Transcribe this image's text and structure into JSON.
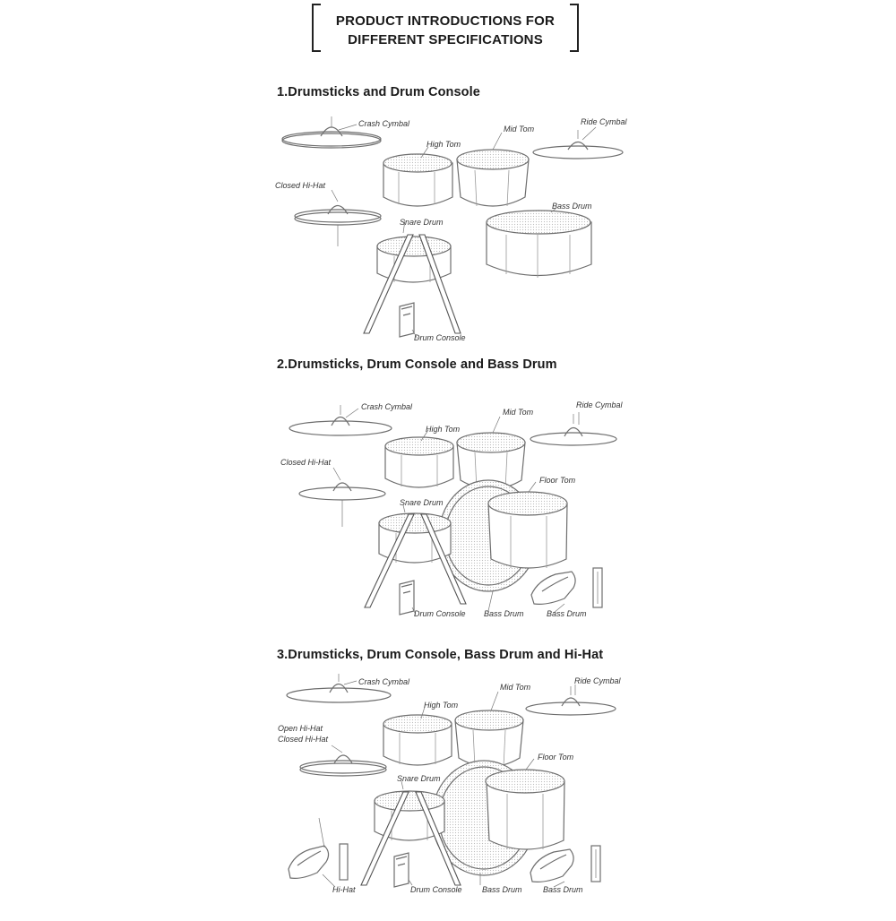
{
  "header": {
    "title_line1": "PRODUCT INTRODUCTIONS FOR",
    "title_line2": "DIFFERENT SPECIFICATIONS"
  },
  "sections": [
    {
      "heading": "1.Drumsticks and Drum Console",
      "labels": {
        "crash_cymbal": "Crash Cymbal",
        "high_tom": "High Tom",
        "mid_tom": "Mid Tom",
        "ride_cymbal": "Ride Cymbal",
        "closed_hihat": "Closed Hi-Hat",
        "snare_drum": "Snare Drum",
        "bass_drum": "Bass Drum",
        "drum_console": "Drum Console"
      }
    },
    {
      "heading": "2.Drumsticks, Drum Console and Bass Drum",
      "labels": {
        "crash_cymbal": "Crash Cymbal",
        "high_tom": "High Tom",
        "mid_tom": "Mid Tom",
        "ride_cymbal": "Ride Cymbal",
        "closed_hihat": "Closed Hi-Hat",
        "floor_tom": "Floor Tom",
        "snare_drum": "Snare Drum",
        "drum_console": "Drum Console",
        "bass_drum": "Bass Drum",
        "bass_drum_pedal": "Bass Drum"
      }
    },
    {
      "heading": "3.Drumsticks, Drum Console, Bass Drum and Hi-Hat",
      "labels": {
        "crash_cymbal": "Crash Cymbal",
        "high_tom": "High Tom",
        "mid_tom": "Mid Tom",
        "ride_cymbal": "Ride Cymbal",
        "open_hihat": "Open Hi-Hat",
        "closed_hihat": "Closed Hi-Hat",
        "floor_tom": "Floor Tom",
        "snare_drum": "Snare Drum",
        "hihat_pedal": "Hi-Hat",
        "drum_console": "Drum Console",
        "bass_drum": "Bass Drum",
        "bass_drum_pedal": "Bass Drum"
      }
    }
  ]
}
